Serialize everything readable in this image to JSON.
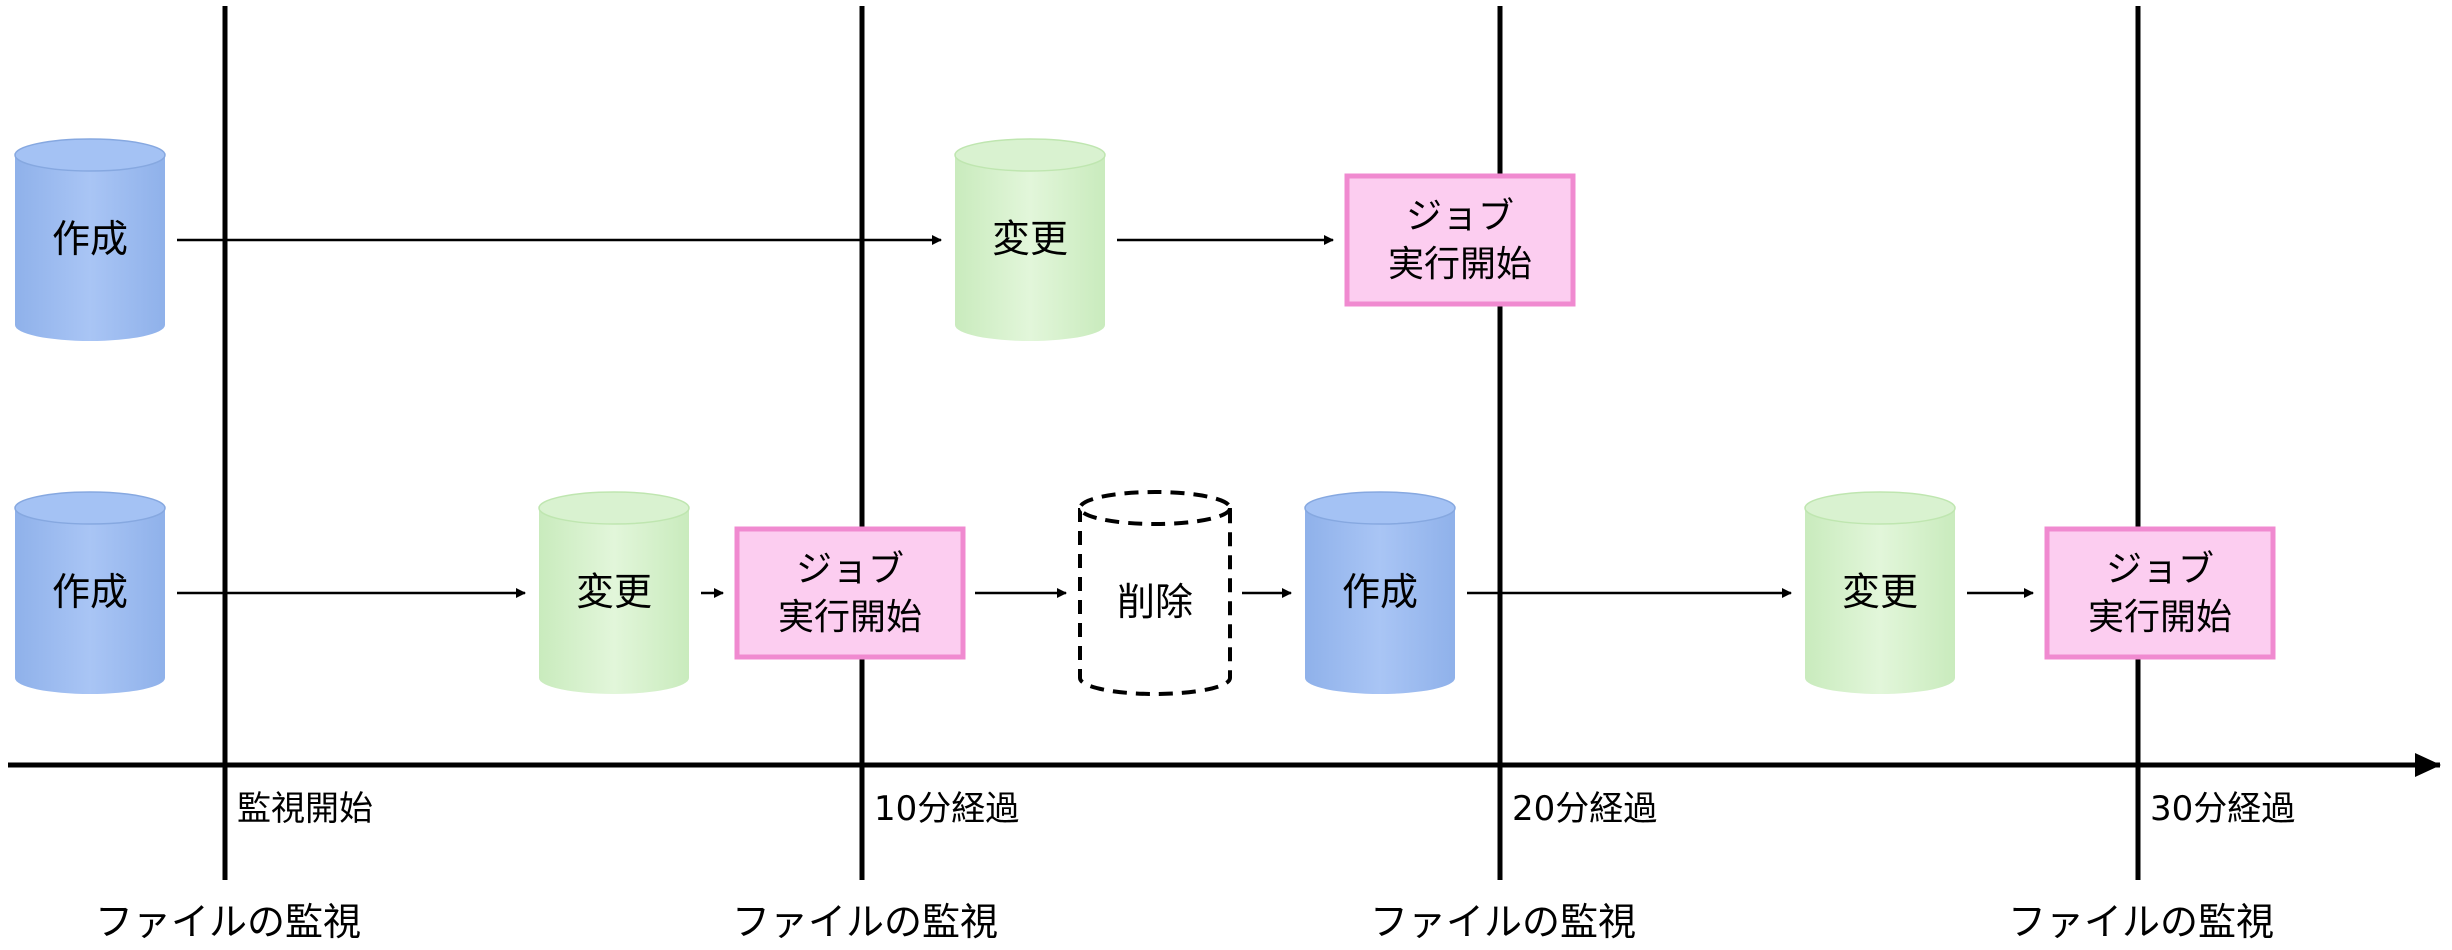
{
  "colors": {
    "create": "#a4c2f4",
    "create_dark": "#86a8e0",
    "modify": "#d9f2d0",
    "modify_dark": "#bfe6b0",
    "job_fill": "#fccdf0",
    "job_border": "#f08ad0",
    "line": "#000000"
  },
  "icons": {
    "create": "database-cylinder-icon",
    "modify": "database-cylinder-icon",
    "delete": "dashed-cylinder-icon"
  },
  "timeline": {
    "checkpoints": [
      {
        "time": "監視開始",
        "label": "ファイルの監視"
      },
      {
        "time": "10分経過",
        "label": "ファイルの監視"
      },
      {
        "time": "20分経過",
        "label": "ファイルの監視"
      },
      {
        "time": "30分経過",
        "label": "ファイルの監視"
      }
    ]
  },
  "rows": [
    {
      "events": [
        {
          "type": "create",
          "label": "作成"
        },
        {
          "type": "modify",
          "label": "変更"
        },
        {
          "type": "job",
          "line1": "ジョブ",
          "line2": "実行開始"
        }
      ]
    },
    {
      "events": [
        {
          "type": "create",
          "label": "作成"
        },
        {
          "type": "modify",
          "label": "変更"
        },
        {
          "type": "job",
          "line1": "ジョブ",
          "line2": "実行開始"
        },
        {
          "type": "delete",
          "label": "削除"
        },
        {
          "type": "create",
          "label": "作成"
        },
        {
          "type": "modify",
          "label": "変更"
        },
        {
          "type": "job",
          "line1": "ジョブ",
          "line2": "実行開始"
        }
      ]
    }
  ]
}
